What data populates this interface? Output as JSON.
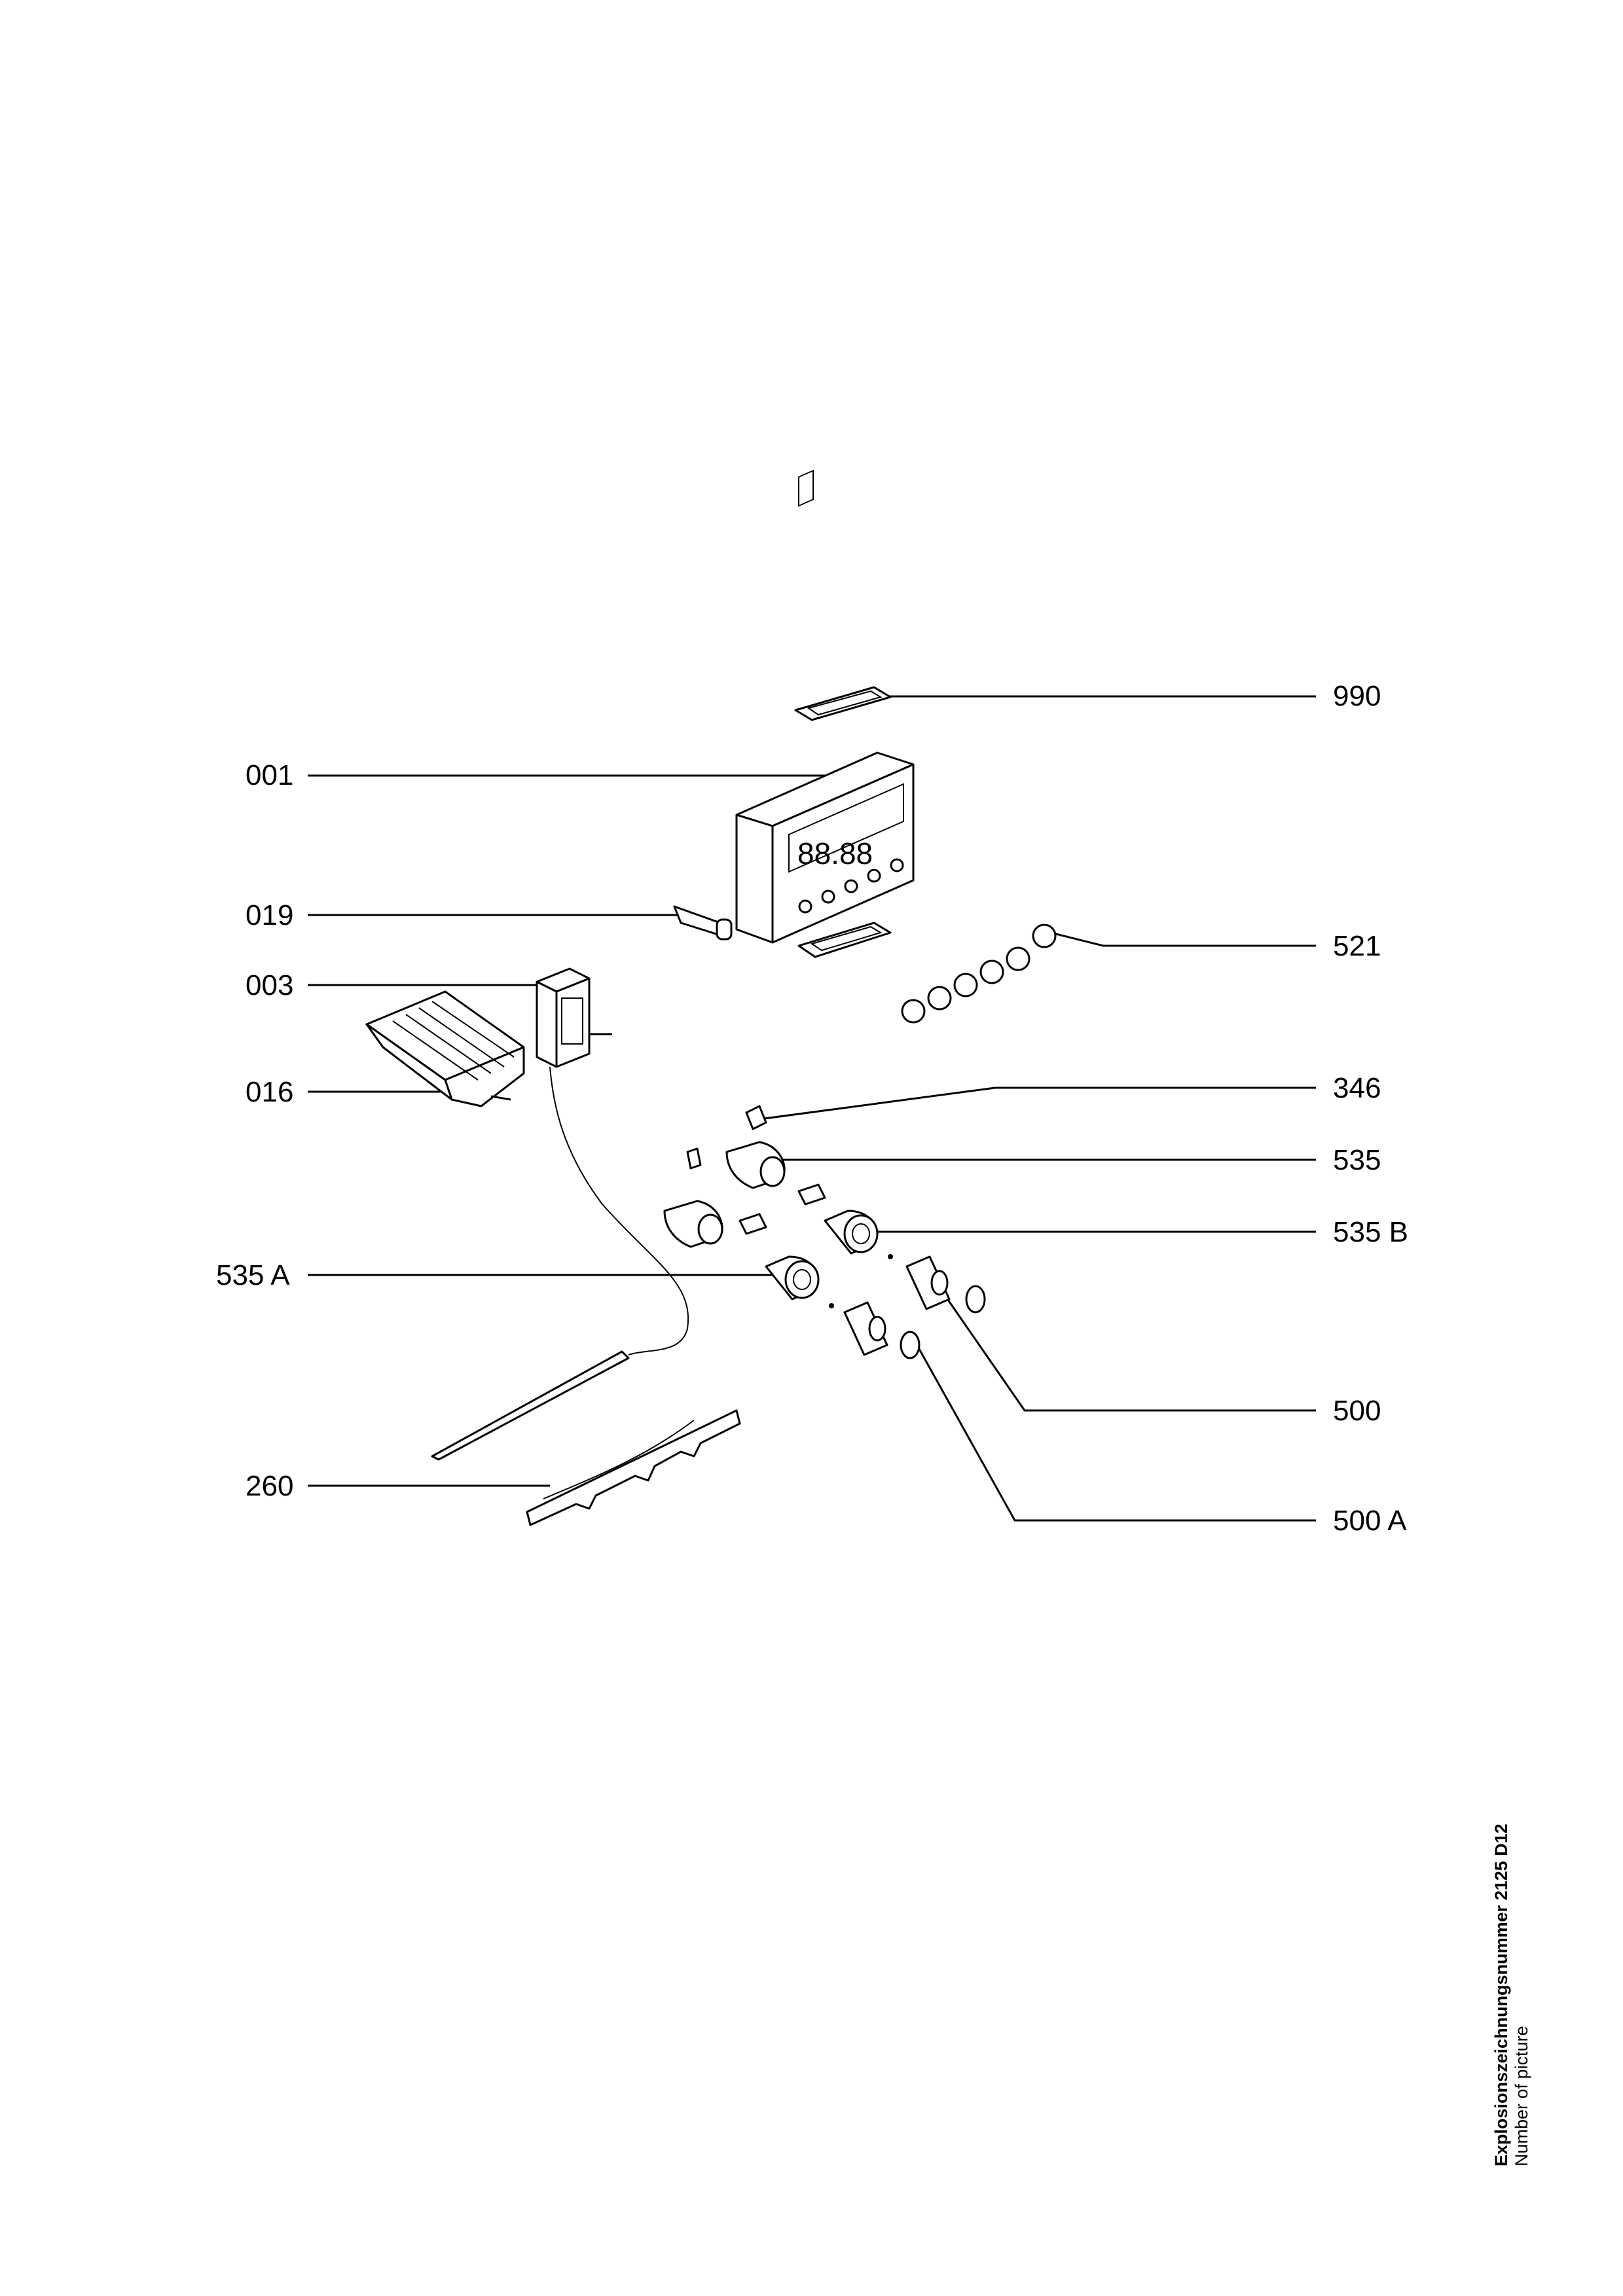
{
  "labels": {
    "l990": "990",
    "l001": "001",
    "l019": "019",
    "l521": "521",
    "l003": "003",
    "l016": "016",
    "l346": "346",
    "l535": "535",
    "l535b": "535 B",
    "l535a": "535 A",
    "l500": "500",
    "l260": "260",
    "l500a": "500 A"
  },
  "caption": {
    "title": "Explosionszeichnungsnummer 2125 D12",
    "subtitle": "Number of picture"
  }
}
